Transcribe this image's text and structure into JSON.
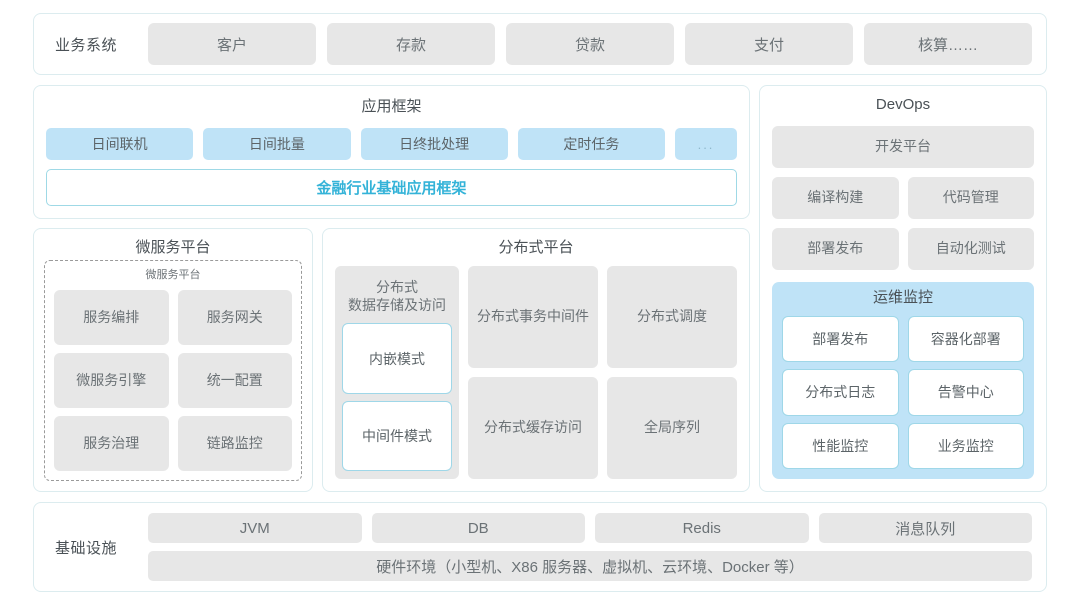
{
  "business_systems": {
    "label": "业务系统",
    "items": [
      "客户",
      "存款",
      "贷款",
      "支付",
      "核算……"
    ]
  },
  "application_framework": {
    "title": "应用框架",
    "chips": [
      "日间联机",
      "日间批量",
      "日终批处理",
      "定时任务",
      "..."
    ],
    "banner": "金融行业基础应用框架"
  },
  "microservice_platform": {
    "title": "微服务平台",
    "inner_title": "微服务平台",
    "items": [
      "服务编排",
      "服务网关",
      "微服务引擎",
      "统一配置",
      "服务治理",
      "链路监控"
    ]
  },
  "distributed_platform": {
    "title": "分布式平台",
    "storage": {
      "title": "分布式\n数据存储及访问",
      "title_line1": "分布式",
      "title_line2": "数据存储及访问",
      "modes": [
        "内嵌模式",
        "中间件模式"
      ]
    },
    "tiles": [
      {
        "line1": "分布式",
        "line2": "事务中间件"
      },
      {
        "line1": "分布式调度",
        "line2": ""
      },
      {
        "line1": "分布式",
        "line2": "缓存访问"
      },
      {
        "line1": "全局序列",
        "line2": ""
      }
    ]
  },
  "devops": {
    "title": "DevOps",
    "platform": "开发平台",
    "items": [
      "编译构建",
      "代码管理",
      "部署发布",
      "自动化测试"
    ],
    "ops_monitoring": {
      "title": "运维监控",
      "items": [
        "部署发布",
        "容器化部署",
        "分布式日志",
        "告警中心",
        "性能监控",
        "业务监控"
      ]
    }
  },
  "infrastructure": {
    "label": "基础设施",
    "items": [
      "JVM",
      "DB",
      "Redis",
      "消息队列"
    ],
    "hardware": "硬件环境（小型机、X86 服务器、虚拟机、云环境、Docker 等）"
  },
  "colors": {
    "card_border": "#dcecef",
    "gray_tile": "#e7e7e7",
    "blue_chip": "#bfe3f7",
    "accent_text": "#34b3d8",
    "blue_border": "#9fd7e8"
  }
}
